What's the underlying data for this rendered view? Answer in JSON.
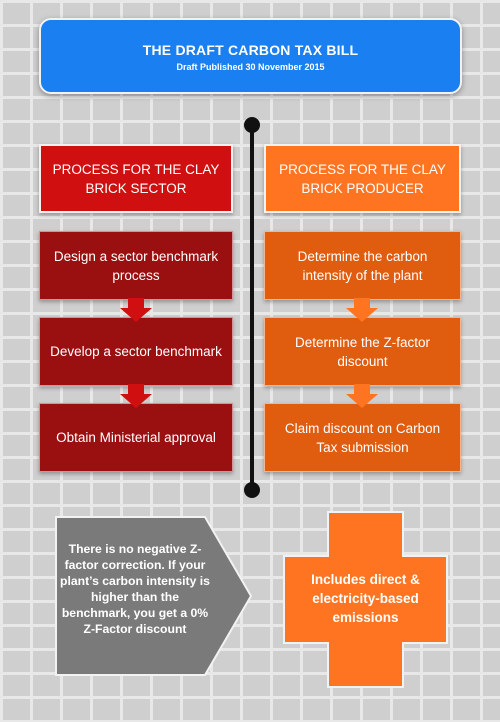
{
  "header": {
    "title": "THE DRAFT CARBON TAX BILL",
    "subtitle": "Draft Published 30 November 2015"
  },
  "sector": {
    "heading": "PROCESS FOR THE CLAY BRICK SECTOR",
    "steps": [
      "Design a sector benchmark process",
      "Develop a sector benchmark",
      "Obtain Ministerial approval"
    ]
  },
  "producer": {
    "heading": "PROCESS FOR THE CLAY BRICK PRODUCER",
    "steps": [
      "Determine the carbon intensity of the plant",
      "Determine the Z-factor discount",
      "Claim discount on Carbon Tax submission"
    ]
  },
  "note": "There is no negative Z-factor correction. If your plant’s carbon intensity is higher than the benchmark, you get a 0% Z-Factor discount",
  "emissions_note": "Includes direct & electricity-based emissions",
  "colors": {
    "header_blue": "#1a7ff0",
    "sector_red": "#d01010",
    "sector_dark_red": "#9a1010",
    "producer_orange": "#ff7420",
    "producer_dark_orange": "#e05c0e",
    "note_grey": "#7a7a7a"
  }
}
